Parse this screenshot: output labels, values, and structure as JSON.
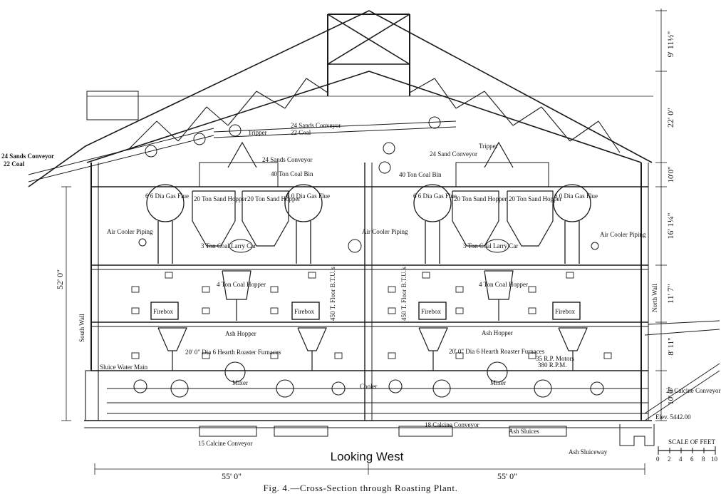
{
  "caption": "Fig. 4.—Cross-Section through Roasting Plant.",
  "view_label": "Looking West",
  "dims": {
    "d1": "9' 11½\"",
    "d2": "22' 0\"",
    "d3": "10'0\"",
    "d4": "16' 1¼\"",
    "d5": "11' 7\"",
    "d6": "8' 11\"",
    "d7": "10' 0\"",
    "height": "52' 0\"",
    "span_left": "55' 0\"",
    "span_right": "55' 0\""
  },
  "labels": {
    "sands_conveyor_left": "24 Sands Conveyor",
    "coal_left": "22 Coal",
    "sands_conveyor_top": "24 Sands Conveyor",
    "coal_top": "22 Coal",
    "tripper_left": "Tripper",
    "sands_conveyor_mid": "24 Sands Conveyor",
    "tripper_right": "Tripper",
    "sand_conveyor_right": "24 Sand Conveyor",
    "coal_bin_left": "40 Ton Coal Bin",
    "coal_bin_right": "40 Ton Coal Bin",
    "gas_flue_1": "6 6 Dia Gas Flue",
    "sand_hopper_1": "20 Ton Sand Hopper",
    "sand_hopper_2": "20 Ton Sand Hopper",
    "gas_flue_2": "6 0 Dia Gas Flue",
    "gas_flue_3": "6 6 Dia Gas Flue",
    "sand_hopper_3": "20 Ton Sand Hopper",
    "sand_hopper_4": "20 Ton Sand Hopper",
    "gas_flue_4": "6 0 Dia Gas Flue",
    "air_cooler_left": "Air Cooler Piping",
    "air_cooler_mid": "Air Cooler Piping",
    "air_cooler_right": "Air Cooler Piping",
    "larry_car_left": "3 Ton Coal Larry Car",
    "larry_car_right": "3 Ton Coal Larry Car",
    "coal_hopper_left": "4 Ton Coal Hopper",
    "coal_hopper_right": "4 Ton Coal Hopper",
    "btu_left": "450 T. Floor B.T.U.'s",
    "btu_right": "450 T. Floor B.T.U.'s",
    "firebox_1": "Firebox",
    "firebox_2": "Firebox",
    "firebox_3": "Firebox",
    "firebox_4": "Firebox",
    "ash_hopper_left": "Ash Hopper",
    "ash_hopper_right": "Ash Hopper",
    "furnaces_left": "20' 0\" Dia 6 Hearth Roaster Furnaces",
    "furnaces_right": "20' 0\" Dia 6 Hearth Roaster Furnaces",
    "motors": "35 R.P. Motors",
    "rpm": "380 R.P.M.",
    "sluice_main": "Sluice Water Main",
    "mixer_left": "Mixer",
    "mixer_right": "Mixer",
    "cooler": "Cooler",
    "calcine_conveyor_right": "20 Calcine Conveyor",
    "elevation": "Elev. 5442.00",
    "calcine_conveyor_mid": "18 Calcine Conveyor",
    "ash_sluices": "Ash Sluices",
    "calcine_conveyor_bottom": "15 Calcine Conveyor",
    "ash_sluiceway": "Ash Sluiceway",
    "south_wall": "South Wall",
    "north_wall": "North Wall",
    "scale_title": "SCALE OF FEET",
    "scale_ticks": [
      "0",
      "2",
      "4",
      "6",
      "8",
      "10"
    ]
  }
}
